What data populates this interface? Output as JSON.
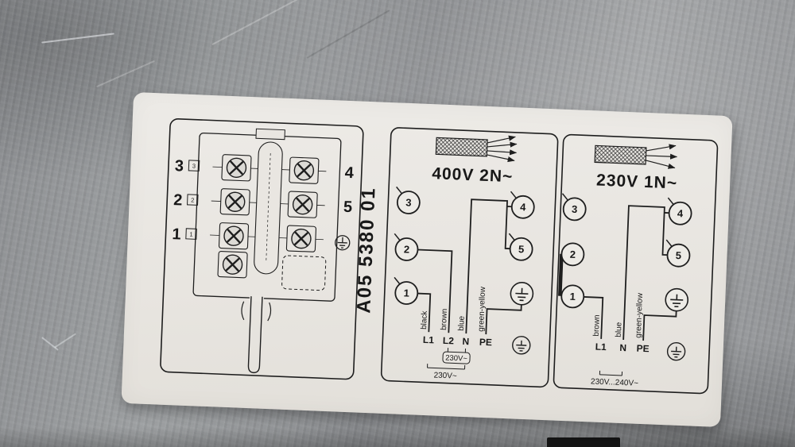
{
  "colors": {
    "ink": "#1e1e1e",
    "label_background": "#e9e6e1",
    "metal_base": "#96989b"
  },
  "label": {
    "part_number": "A05 5380 01"
  },
  "terminal_block": {
    "left_labels": [
      "3",
      "2",
      "1"
    ],
    "port_digits": [
      "3",
      "2",
      "1"
    ],
    "right_labels": [
      "4",
      "5"
    ]
  },
  "v400": {
    "title": "400V  2N~",
    "terminals_left": [
      "3",
      "2",
      "1"
    ],
    "terminals_right": [
      "4",
      "5"
    ],
    "wires": [
      {
        "color": "black",
        "label": "L1"
      },
      {
        "color": "brown",
        "label": "L2"
      },
      {
        "color": "blue",
        "label": "N"
      },
      {
        "color": "green-yellow",
        "label": "PE"
      }
    ],
    "voltage_l2_n": "230V~",
    "voltage_l1_n": "230V~"
  },
  "v230": {
    "title": "230V  1N~",
    "terminals_left": [
      "3",
      "2",
      "1"
    ],
    "terminals_right": [
      "4",
      "5"
    ],
    "wires": [
      {
        "color": "brown",
        "label": "L1"
      },
      {
        "color": "blue",
        "label": "N"
      },
      {
        "color": "green-yellow",
        "label": "PE"
      }
    ],
    "voltage_range": "230V...240V~"
  }
}
